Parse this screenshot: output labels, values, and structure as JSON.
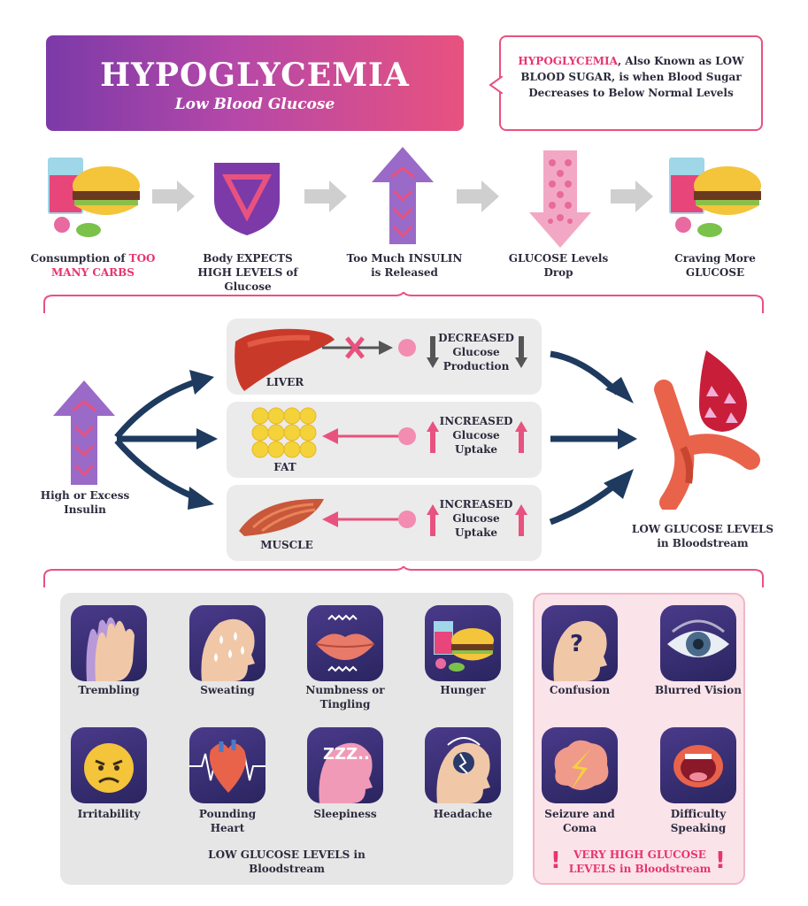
{
  "header": {
    "title": "HYPOGLYCEMIA",
    "subtitle": "Low Blood Glucose",
    "definition_part1": "HYPOGLYCEMIA",
    "definition_part2": ", Also Known as LOW BLOOD SUGAR, is when Blood Sugar Decreases to Below Normal Levels"
  },
  "flow": [
    {
      "text": "Consumption of ",
      "highlight": "TOO MANY CARBS",
      "icon": "food-icon"
    },
    {
      "text": "Body EXPECTS HIGH LEVELS of Glucose",
      "icon": "shield-icon"
    },
    {
      "text": "Too Much INSULIN is Released",
      "icon": "up-arrow-insulin-icon"
    },
    {
      "text": "GLUCOSE Levels Drop",
      "icon": "down-arrow-glucose-icon"
    },
    {
      "text": "Craving More GLUCOSE",
      "icon": "food-icon"
    }
  ],
  "mechanism": {
    "source_label": "High or Excess Insulin",
    "organs": [
      {
        "name": "LIVER",
        "effect": "DECREASED Glucose Production",
        "icon": "liver-icon"
      },
      {
        "name": "FAT",
        "effect": "INCREASED Glucose Uptake",
        "icon": "fat-cells-icon"
      },
      {
        "name": "MUSCLE",
        "effect": "INCREASED Glucose Uptake",
        "icon": "muscle-icon"
      }
    ],
    "result_label": "LOW GLUCOSE LEVELS in Bloodstream"
  },
  "symptoms": {
    "mild": [
      {
        "label": "Trembling",
        "icon": "trembling-hand-icon"
      },
      {
        "label": "Sweating",
        "icon": "sweating-head-icon"
      },
      {
        "label": "Numbness or Tingling",
        "icon": "lips-icon"
      },
      {
        "label": "Hunger",
        "icon": "hunger-food-icon"
      },
      {
        "label": "Irritability",
        "icon": "angry-face-icon"
      },
      {
        "label": "Pounding Heart",
        "icon": "heart-icon"
      },
      {
        "label": "Sleepiness",
        "icon": "sleepy-head-icon"
      },
      {
        "label": "Headache",
        "icon": "headache-icon"
      }
    ],
    "mild_caption": "LOW GLUCOSE LEVELS in Bloodstream",
    "severe": [
      {
        "label": "Confusion",
        "icon": "question-head-icon"
      },
      {
        "label": "Blurred Vision",
        "icon": "eye-icon"
      },
      {
        "label": "Seizure and Coma",
        "icon": "brain-lightning-icon"
      },
      {
        "label": "Difficulty Speaking",
        "icon": "open-mouth-icon"
      }
    ],
    "severe_caption": "VERY HIGH GLUCOSE LEVELS in Bloodstream",
    "warning_mark": "!"
  },
  "colors": {
    "purple": "#7b3aa8",
    "pink": "#e8527f",
    "navy": "#1e3a5f",
    "gray_arrow": "#c8c8c8"
  }
}
